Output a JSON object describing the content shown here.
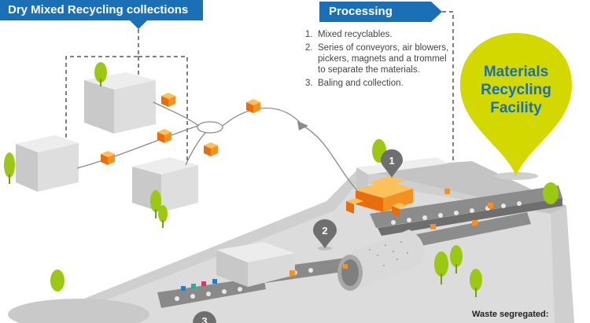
{
  "banners": {
    "collections": "Dry Mixed Recycling collections",
    "processing": "Processing"
  },
  "steps": [
    {
      "num": "1.",
      "text": "Mixed recyclables."
    },
    {
      "num": "2.",
      "text": "Series of conveyors, air blowers, pickers, magnets and a trommel to separate the materials."
    },
    {
      "num": "3.",
      "text": "Baling and collection."
    }
  ],
  "facility_label": "Materials Recycling Facility",
  "markers": {
    "one": "1",
    "two": "2",
    "three": "3"
  },
  "footer_note": "Waste segregated:",
  "colors": {
    "banner_blue": "#1a6fb5",
    "pin_yellow": "#d3d800",
    "cube_orange": "#f39221",
    "tree_green": "#9bc812",
    "building_grey": "#e2e2e2"
  }
}
